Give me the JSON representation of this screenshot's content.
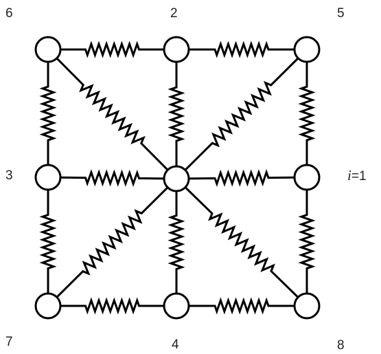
{
  "nodes": [
    {
      "id": "6",
      "label": "6"
    },
    {
      "id": "2",
      "label": "2"
    },
    {
      "id": "5",
      "label": "5"
    },
    {
      "id": "3",
      "label": "3"
    },
    {
      "id": "1",
      "label_var": "i",
      "label_eq": "=1"
    },
    {
      "id": "7",
      "label": "7"
    },
    {
      "id": "4",
      "label": "4"
    },
    {
      "id": "8",
      "label": "8"
    }
  ],
  "springs": [
    {
      "from": "6",
      "to": "2"
    },
    {
      "from": "2",
      "to": "5"
    },
    {
      "from": "3",
      "to": "center"
    },
    {
      "from": "center",
      "to": "1"
    },
    {
      "from": "7",
      "to": "4"
    },
    {
      "from": "4",
      "to": "8"
    },
    {
      "from": "6",
      "to": "3"
    },
    {
      "from": "3",
      "to": "7"
    },
    {
      "from": "2",
      "to": "center"
    },
    {
      "from": "center",
      "to": "4"
    },
    {
      "from": "5",
      "to": "1"
    },
    {
      "from": "1",
      "to": "8"
    },
    {
      "from": "6",
      "to": "center"
    },
    {
      "from": "5",
      "to": "center"
    },
    {
      "from": "7",
      "to": "center"
    },
    {
      "from": "8",
      "to": "center"
    }
  ],
  "colors": {
    "stroke": "#000000",
    "node_fill": "#ffffff",
    "label": "#222222"
  }
}
